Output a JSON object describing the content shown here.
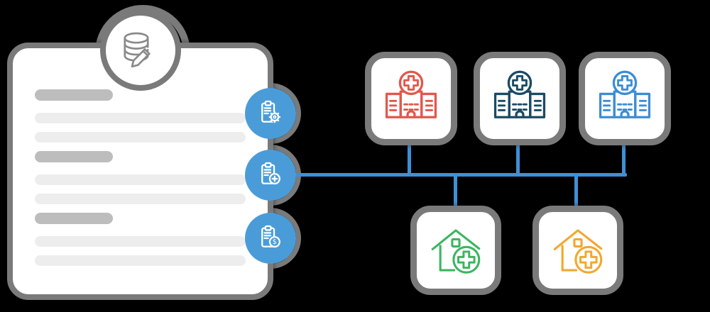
{
  "palette": {
    "background": "#000000",
    "border_gray": "#7a7a7a",
    "bar_dark": "#bdbdbd",
    "bar_light": "#ededed",
    "connector": "#3F8FD6",
    "icon_gray": "#8A8A8A",
    "card_background": "#ffffff"
  },
  "document_card": {
    "header_icon": "database-edit-icon",
    "placeholder_groups": [
      {
        "heading_width": 110,
        "line_widths": [
          297,
          297
        ]
      },
      {
        "heading_width": 110,
        "line_widths": [
          297,
          297
        ]
      },
      {
        "heading_width": 110,
        "line_widths": [
          297,
          297
        ]
      }
    ]
  },
  "action_badges": [
    {
      "icon": "clipboard-gear-icon",
      "color": "#4A9CD9"
    },
    {
      "icon": "clipboard-plus-icon",
      "color": "#4A9CD9"
    },
    {
      "icon": "clipboard-dollar-icon",
      "color": "#4A9CD9",
      "dollar_glyph": "$"
    }
  ],
  "facility_nodes": [
    {
      "icon": "hospital-icon",
      "color": "#E2574C",
      "position": "top-left"
    },
    {
      "icon": "hospital-icon",
      "color": "#1B4A63",
      "position": "top-middle"
    },
    {
      "icon": "hospital-icon",
      "color": "#3C8DD3",
      "position": "top-right"
    },
    {
      "icon": "home-plus-icon",
      "color": "#3DB561",
      "position": "bottom-left"
    },
    {
      "icon": "home-plus-icon",
      "color": "#F3A72E",
      "position": "bottom-right"
    }
  ],
  "connections": {
    "hub": "clipboard-plus-badge",
    "targets": [
      "hospital-red",
      "hospital-navy",
      "hospital-blue",
      "home-green",
      "home-orange"
    ]
  }
}
